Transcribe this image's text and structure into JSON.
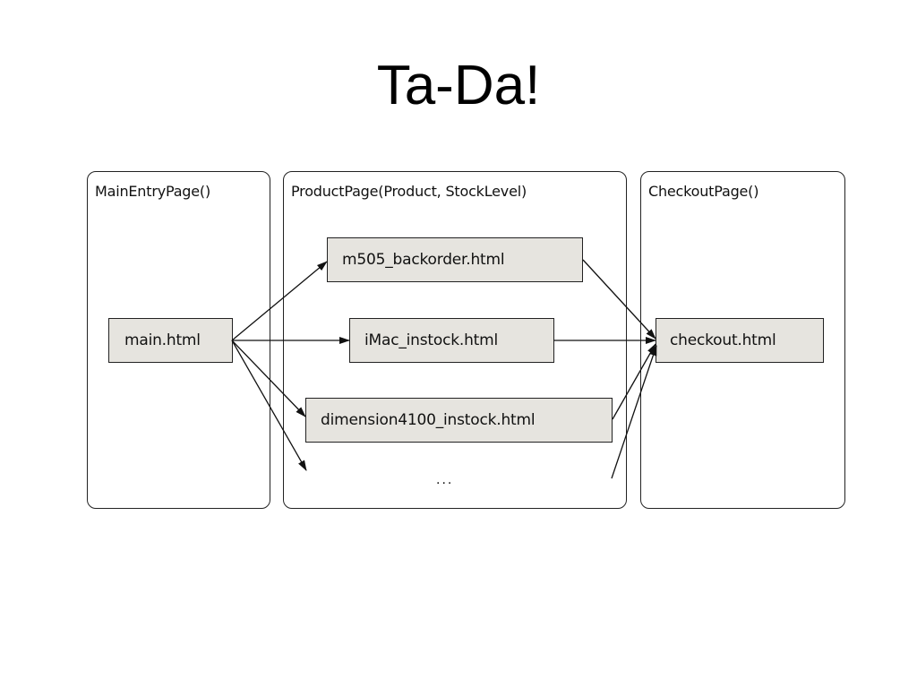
{
  "title": "Ta-Da!",
  "panels": {
    "main_entry": {
      "label": "MainEntryPage()"
    },
    "product": {
      "label": "ProductPage(Product, StockLevel)"
    },
    "checkout": {
      "label": "CheckoutPage()"
    }
  },
  "nodes": {
    "main": "main.html",
    "m505": "m505_backorder.html",
    "imac": "iMac_instock.html",
    "dimension": "dimension4100_instock.html",
    "more": "...",
    "checkout": "checkout.html"
  },
  "colors": {
    "node_fill": "#e6e4df",
    "stroke": "#222222"
  }
}
